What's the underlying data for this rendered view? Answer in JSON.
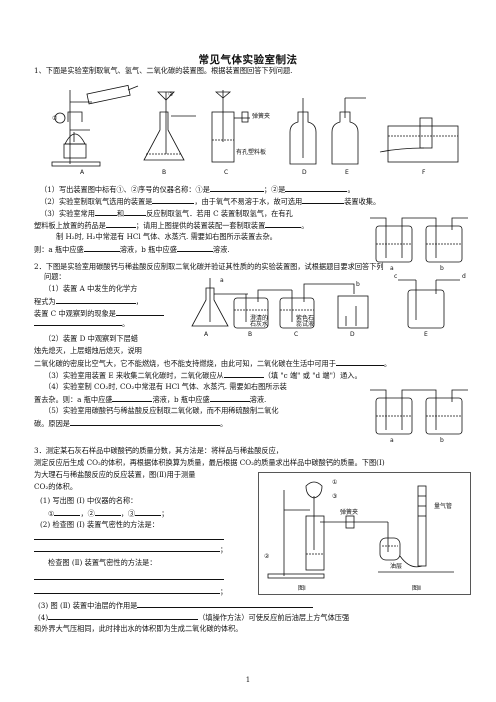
{
  "title": "常见气体实验室制法",
  "q1": {
    "stem": "1、下面是实验室制取氧气、氢气、二氧化碳的装置图。根据装置图回答下列问题.",
    "app_labels": [
      "A",
      "B",
      "C",
      "D",
      "E",
      "F"
    ],
    "marker1": "①",
    "marker2": "②",
    "clip_label": "弹簧夹",
    "plate_label": "有孔塑料板",
    "s1_a": "（1）写出装置图中标有①、②序号的仪器名称：①是",
    "s1_b": "；②是",
    "s1_c": "。",
    "s2_a": "（2）实验室制取氧气选用的装置是",
    "s2_b": "，由于氧气不易溶于水，故可选用",
    "s2_c": "装置收集。",
    "s3_a": "（3）实验室常用",
    "s3_b": "和",
    "s3_c": "反应制取氢气．若用 C 装置制取氢气，在有孔",
    "s3_d": "塑料板上放置的药品是",
    "s3_e": "；请用上图提供的装置装配一套制取装置",
    "s3_f": "。",
    "s4": "制 H₂时, H₂中常混有 HCl 气体、水蒸汽. 需要如右图所示装置去杂。",
    "s5_a": "则：a 瓶中应盛",
    "s5_b": "溶液，b 瓶中应盛",
    "s5_c": "溶液.",
    "ab": [
      "a",
      "b"
    ]
  },
  "q2": {
    "stem1": "2．下图是实验室用碳酸钙与稀盐酸反应制取二氧化碳并验证其性质的的实验装置图，试根据题目要求回答下列",
    "stem2": "问题：",
    "p1_a": "（1）装置 A 中发生的化学方",
    "p1_b": "程式为",
    "p1_c": "，",
    "p1_d": "装置 C 中观察到的现象是",
    "p1_e": "。",
    "p2_a": "（2）装置 D 中观察到下层蜡",
    "p2_b": "烛先熄灭，上层蜡烛后熄灭，说明",
    "p2_c": "二氧化碳的密度比空气大，它不能燃烧，也不能支持燃烧，由此可知，二氧化碳在生活中可用于",
    "p2_d": "。",
    "p3_a": "（3）实验室用装置 E 来收集二氧化碳时，二氧化碳应从",
    "p3_b": "（填 \"c 端\" 或 \"d 端\"）通入。",
    "p4_a": "（4）实验室制 CO₂时, CO₂中常混有 HCl 气体、水蒸汽. 需要如右图所示装",
    "p4_b": "置去杂。则：a 瓶中应盛",
    "p4_c": "溶液，b 瓶中应盛",
    "p4_d": "溶液.",
    "p5_a": "（5）实验室用碳酸钙与稀盐酸反应制取二氧化碳，而不用稀硫酸制二氧化",
    "p5_b": "碳。原因是",
    "p5_c": "。",
    "fig_labels": {
      "a": "a",
      "b": "b",
      "c": "c",
      "d": "d",
      "A": "A",
      "B": "B",
      "C": "C",
      "D": "D",
      "E": "E",
      "lime": "澄清的",
      "lime2": "石灰水",
      "litmus": "紫色石",
      "litmus2": "蕊试液"
    },
    "ab": [
      "a",
      "b"
    ]
  },
  "q3": {
    "stem1": "3．测定某石灰石样品中碳酸钙的质量分数，其方法是：将样品与稀盐酸反应，",
    "stem2": "测定反应后生成 CO₂的体积，再根据体积换算为质量，最后根据 CO₂的质量求出样品中碳酸钙的质量。下图(Ⅰ)",
    "stem3": "为大理石与稀盐酸反应的反应装置，图(Ⅱ)用于测量",
    "stem4": "CO₂的体积。",
    "p1": "(1)  写出图 (Ⅰ) 中仪器的名称：",
    "p1_items": [
      "①",
      "，②",
      "，③",
      "；"
    ],
    "p2": "(2)  检查图 (Ⅰ) 装置气密性的方法是：",
    "p2_end": "；",
    "p2b": "检查图 (Ⅱ) 装置气密性的方法是：",
    "p2b_end": "；",
    "p3": "(3)  图 (Ⅱ) 装置中油层的作用是",
    "p4_a": "(4)",
    "p4_b": "（填操作方法）可使反应前后油层上方气体压强",
    "p4_c": "和外界大气压相同，此时排出水的体积即为生成二氧化碳的体积。",
    "fig_labels": {
      "clip": "弹簧夹",
      "oil": "油层",
      "tube": "量气管",
      "f1": "图Ⅰ",
      "f2": "图Ⅱ",
      "m1": "①",
      "m2": "②",
      "m3": "③"
    }
  },
  "footer": {
    "page": "1"
  }
}
